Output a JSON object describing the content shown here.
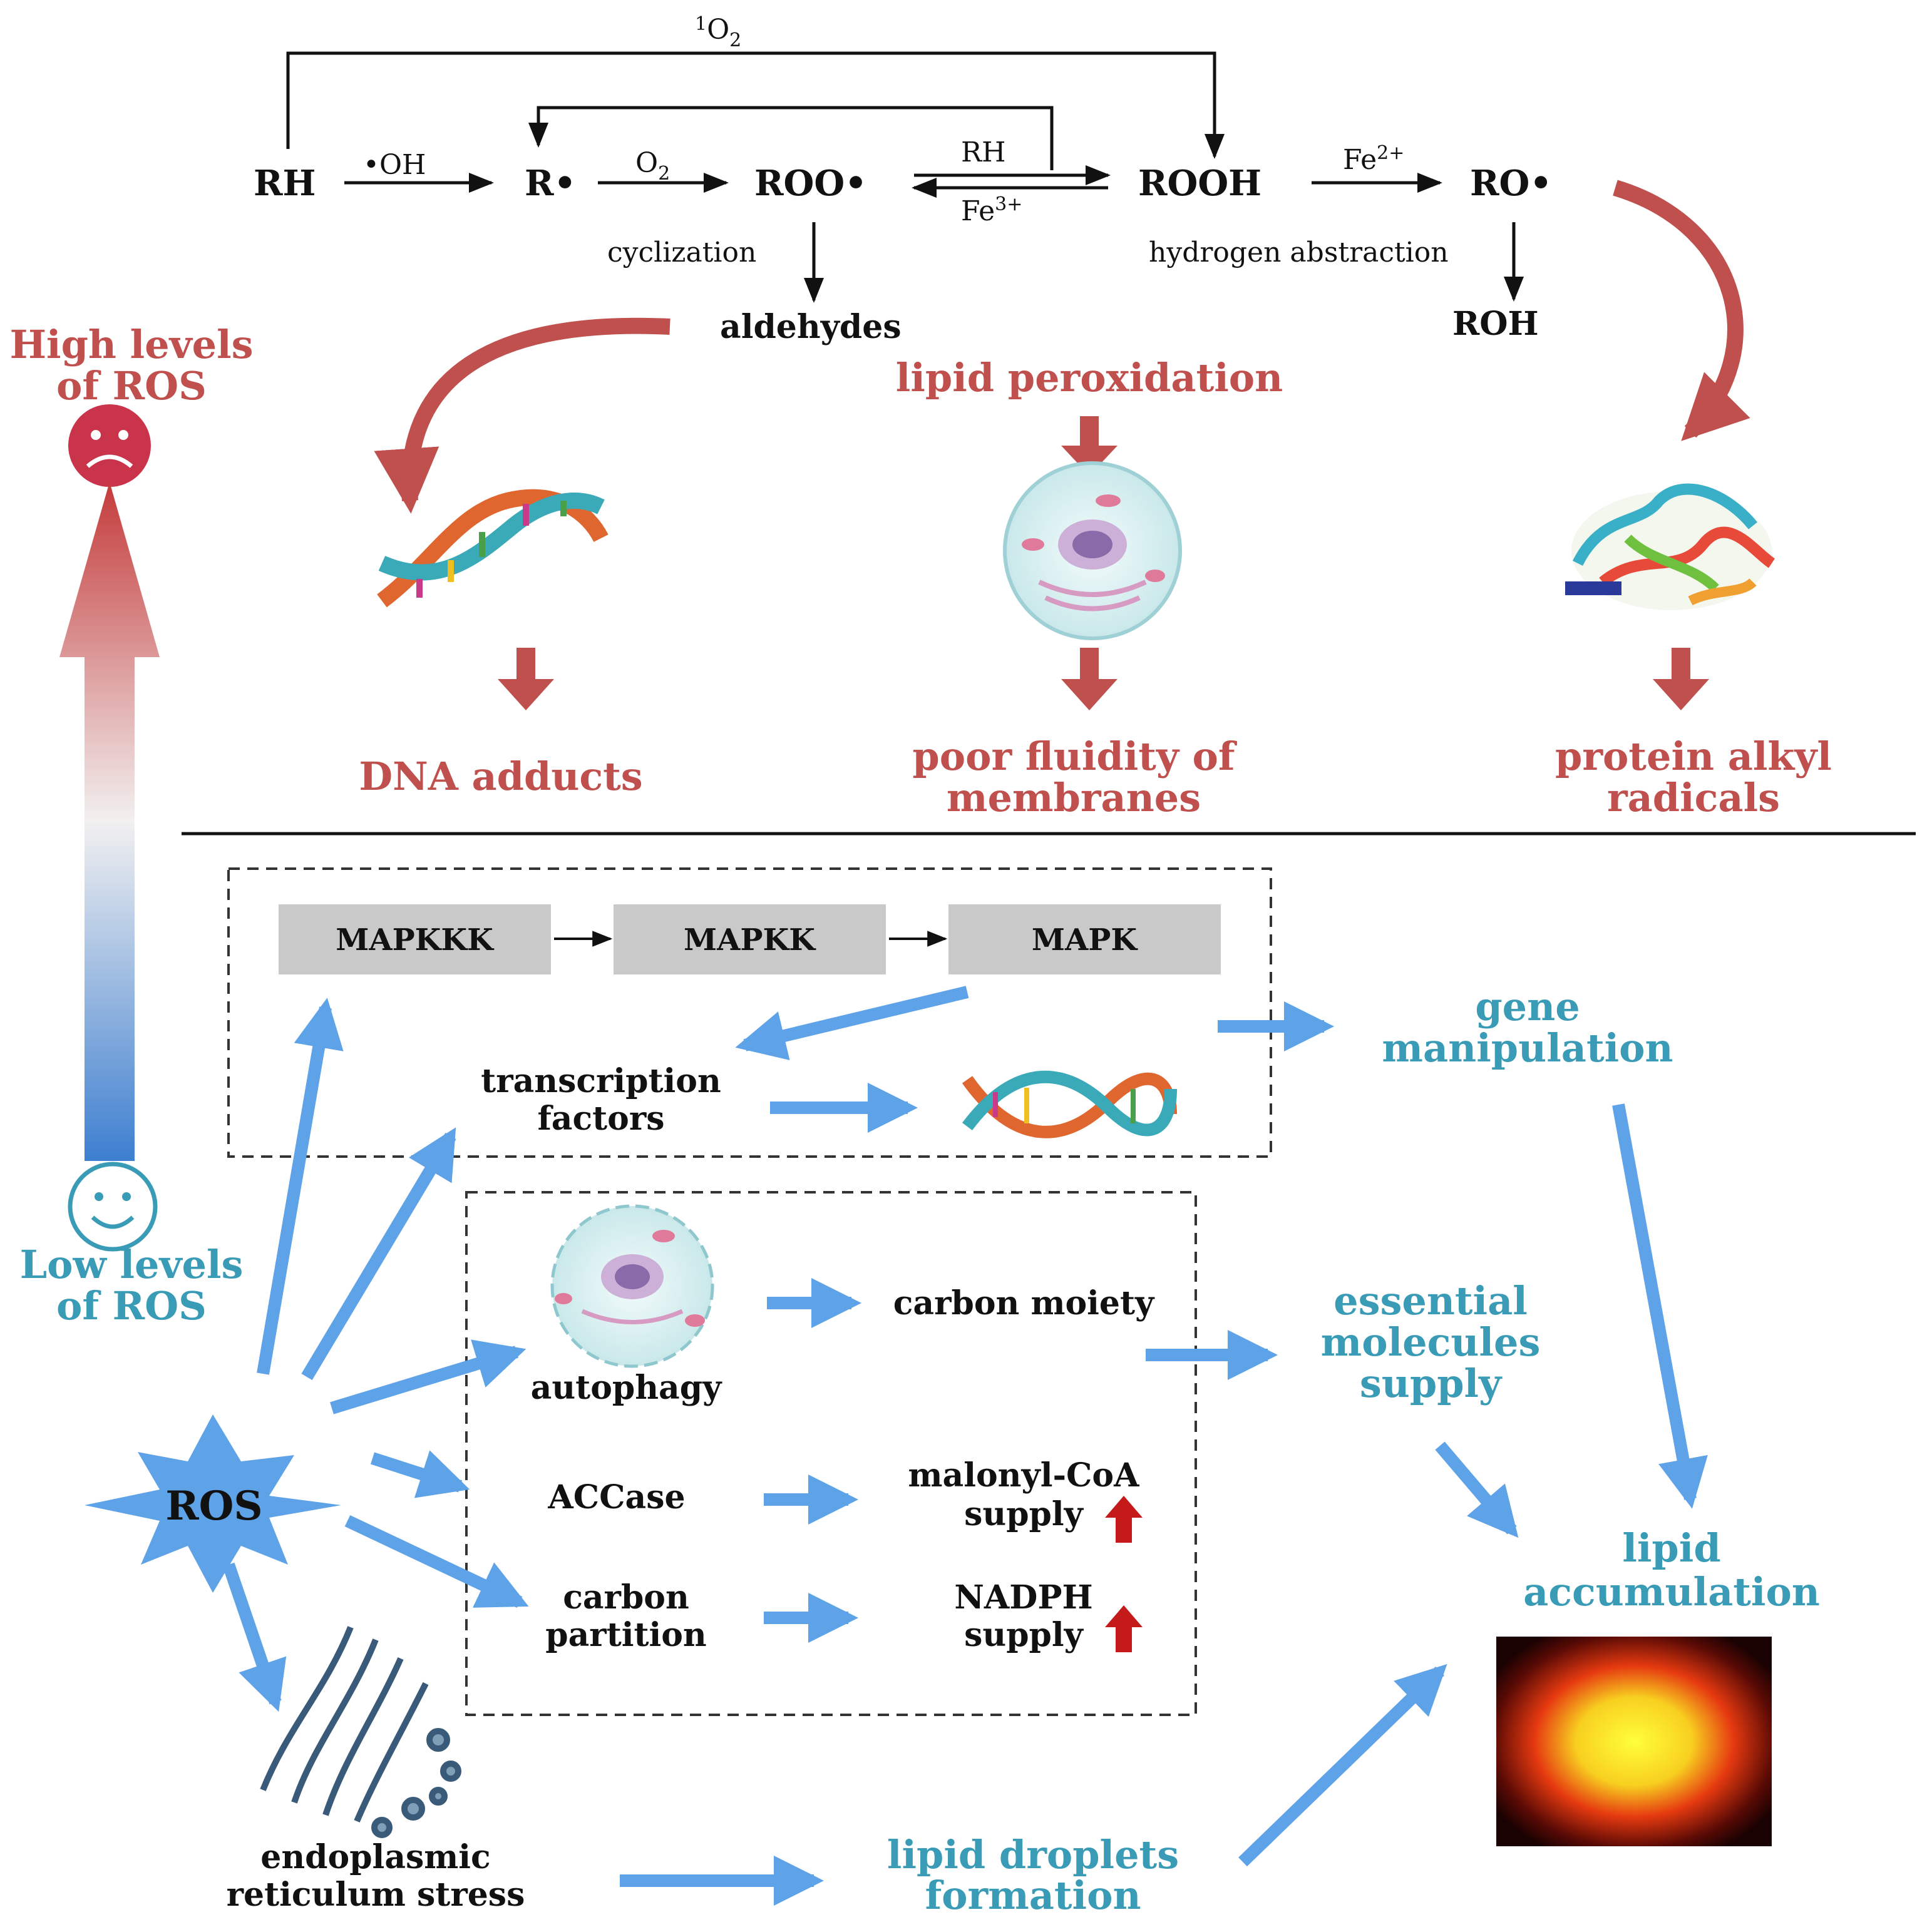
{
  "reactions": {
    "singlet_o2": "1O2",
    "rh": "RH",
    "oh_radical": "•OH",
    "r_radical": "R•",
    "o2": "O2",
    "roo_radical": "ROO•",
    "rh_upper": "RH",
    "fe3": "Fe3+",
    "rooh": "ROOH",
    "fe2": "Fe2+",
    "ro_radical": "RO•",
    "cyclization": "cyclization",
    "hydrogen_abstraction": "hydrogen abstraction",
    "aldehydes": "aldehydes",
    "roh": "ROH"
  },
  "scale": {
    "high": [
      "High levels",
      "of ROS"
    ],
    "low": [
      "Low levels",
      "of ROS"
    ]
  },
  "upper": {
    "lipid_peroxidation": "lipid peroxidation",
    "dna_adducts": "DNA adducts",
    "poor_fluidity": [
      "poor fluidity of",
      "membranes"
    ],
    "protein_alkyl": [
      "protein alkyl",
      "radicals"
    ]
  },
  "mapk": [
    "MAPKKK",
    "MAPKK",
    "MAPK"
  ],
  "lower": {
    "transcription_factors": [
      "transcription",
      "factors"
    ],
    "gene_manipulation": [
      "gene",
      "manipulation"
    ],
    "carbon_moiety": "carbon moiety",
    "autophagy": "autophagy",
    "essential_supply": [
      "essential",
      "molecules",
      "supply"
    ],
    "accase": "ACCase",
    "malonyl": [
      "malonyl-CoA",
      "supply"
    ],
    "carbon_partition": [
      "carbon",
      "partition"
    ],
    "nadph": [
      "NADPH",
      "supply"
    ],
    "ros": "ROS",
    "lipid_accumulation": [
      "lipid",
      "accumulation"
    ],
    "er_stress": [
      "endoplasmic",
      "reticulum stress"
    ],
    "lipid_droplets": [
      "lipid droplets",
      "formation"
    ]
  },
  "colors": {
    "red": "#c0504d",
    "blue_text": "#3a9bb6",
    "blue_arrow": "#5ea2e8",
    "mapk_box": "#c9c9c9"
  }
}
